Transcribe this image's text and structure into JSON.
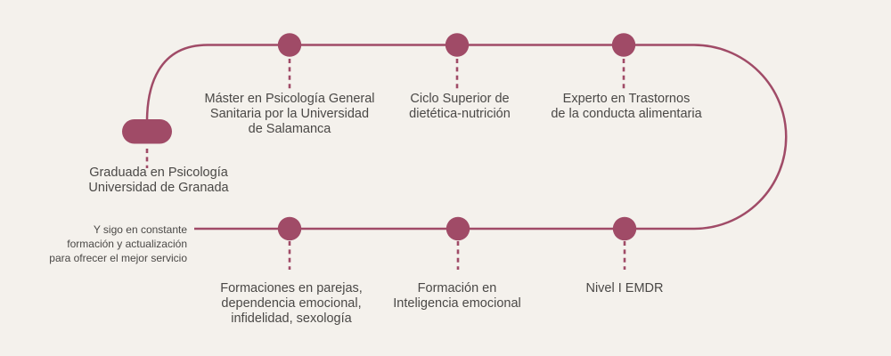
{
  "colors": {
    "background": "#f4f1ec",
    "accent": "#a04b67",
    "text": "#4a4846"
  },
  "timeline": {
    "start": {
      "label_lines": [
        "Graduada en Psicología",
        "Universidad de Granada"
      ]
    },
    "top_row": [
      {
        "label_lines": [
          "Máster en Psicología General",
          "Sanitaria por la Universidad",
          "de Salamanca"
        ]
      },
      {
        "label_lines": [
          "Ciclo Superior de",
          "dietética-nutrición"
        ]
      },
      {
        "label_lines": [
          "Experto en Trastornos",
          "de la conducta alimentaria"
        ]
      }
    ],
    "bottom_row": [
      {
        "label_lines": [
          "Formaciones en parejas,",
          "dependencia emocional,",
          "infidelidad, sexología"
        ]
      },
      {
        "label_lines": [
          "Formación en",
          "Inteligencia emocional"
        ]
      },
      {
        "label_lines": [
          "Nivel I EMDR"
        ]
      }
    ],
    "footer_note_lines": [
      "Y sigo en constante",
      "formación y actualización",
      "para ofrecer el mejor servicio"
    ]
  }
}
